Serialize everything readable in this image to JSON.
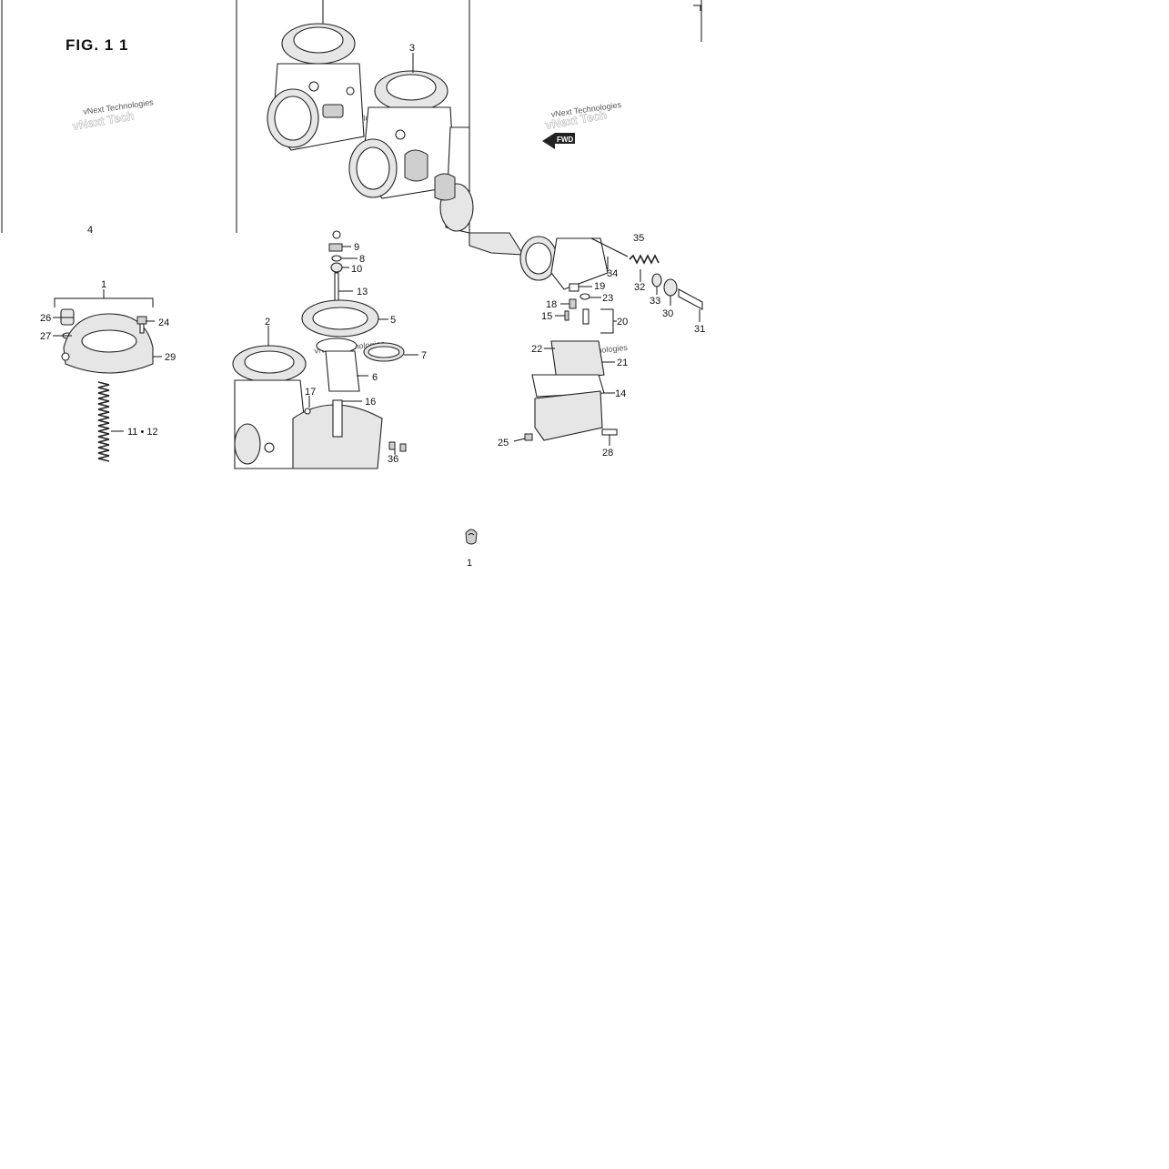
{
  "figure": {
    "title": "FIG. 1 1"
  },
  "watermark": {
    "text": "vNext Technologies",
    "color": "#555555"
  },
  "fwd_arrow": {
    "label": "FWD"
  },
  "callouts": {
    "c1": "1",
    "c2": "2",
    "c3": "3",
    "c4": "4",
    "c5": "5",
    "c6": "6",
    "c7": "7",
    "c8": "8",
    "c9": "9",
    "c10": "10",
    "c11_12": "11 • 12",
    "c13": "13",
    "c14": "14",
    "c15": "15",
    "c16": "16",
    "c17": "17",
    "c18": "18",
    "c19": "19",
    "c20": "20",
    "c21": "21",
    "c22": "22",
    "c23": "23",
    "c24": "24",
    "c25": "25",
    "c26": "26",
    "c27": "27",
    "c28": "28",
    "c29": "29",
    "c30": "30",
    "c31": "31",
    "c32": "32",
    "c33": "33",
    "c34": "34",
    "c35": "35",
    "c36": "36",
    "c1b": "1"
  }
}
